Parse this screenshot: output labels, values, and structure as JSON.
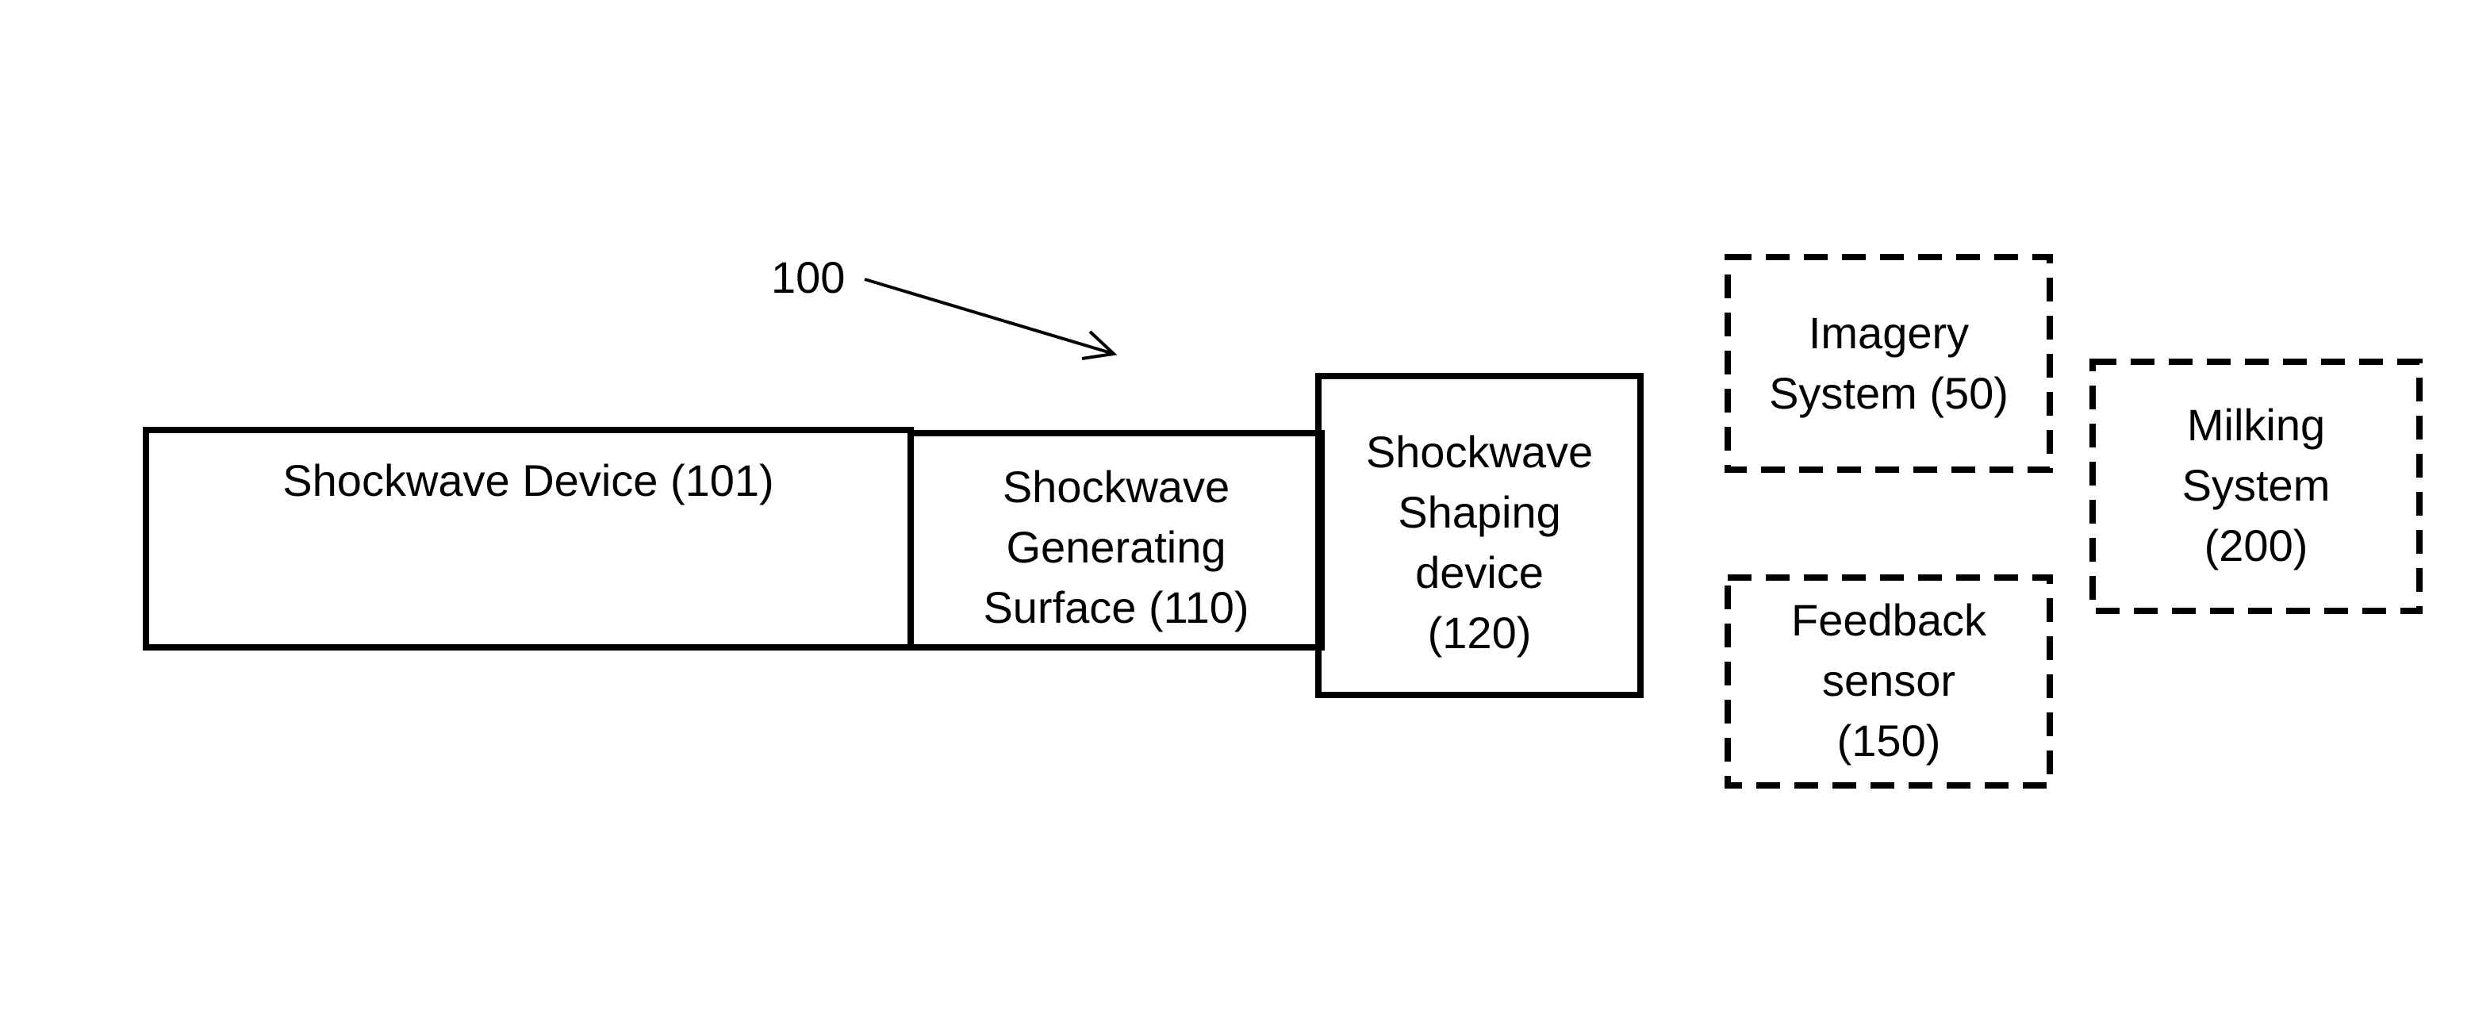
{
  "reference": {
    "number": "100"
  },
  "blocks": {
    "shockwave_device": {
      "lines": [
        "Shockwave Device  (101)"
      ]
    },
    "generating_surface": {
      "lines": [
        "Shockwave",
        "Generating",
        "Surface  (110)"
      ]
    },
    "shaping_device": {
      "lines": [
        "Shockwave",
        "Shaping",
        "device",
        "(120)"
      ]
    },
    "imagery_system": {
      "lines": [
        "Imagery",
        "System (50)"
      ]
    },
    "feedback_sensor": {
      "lines": [
        "Feedback",
        "sensor",
        "(150)"
      ]
    },
    "milking_system": {
      "lines": [
        "Milking",
        "System",
        "(200)"
      ]
    }
  },
  "colors": {
    "line": "#000000",
    "background": "#ffffff"
  }
}
